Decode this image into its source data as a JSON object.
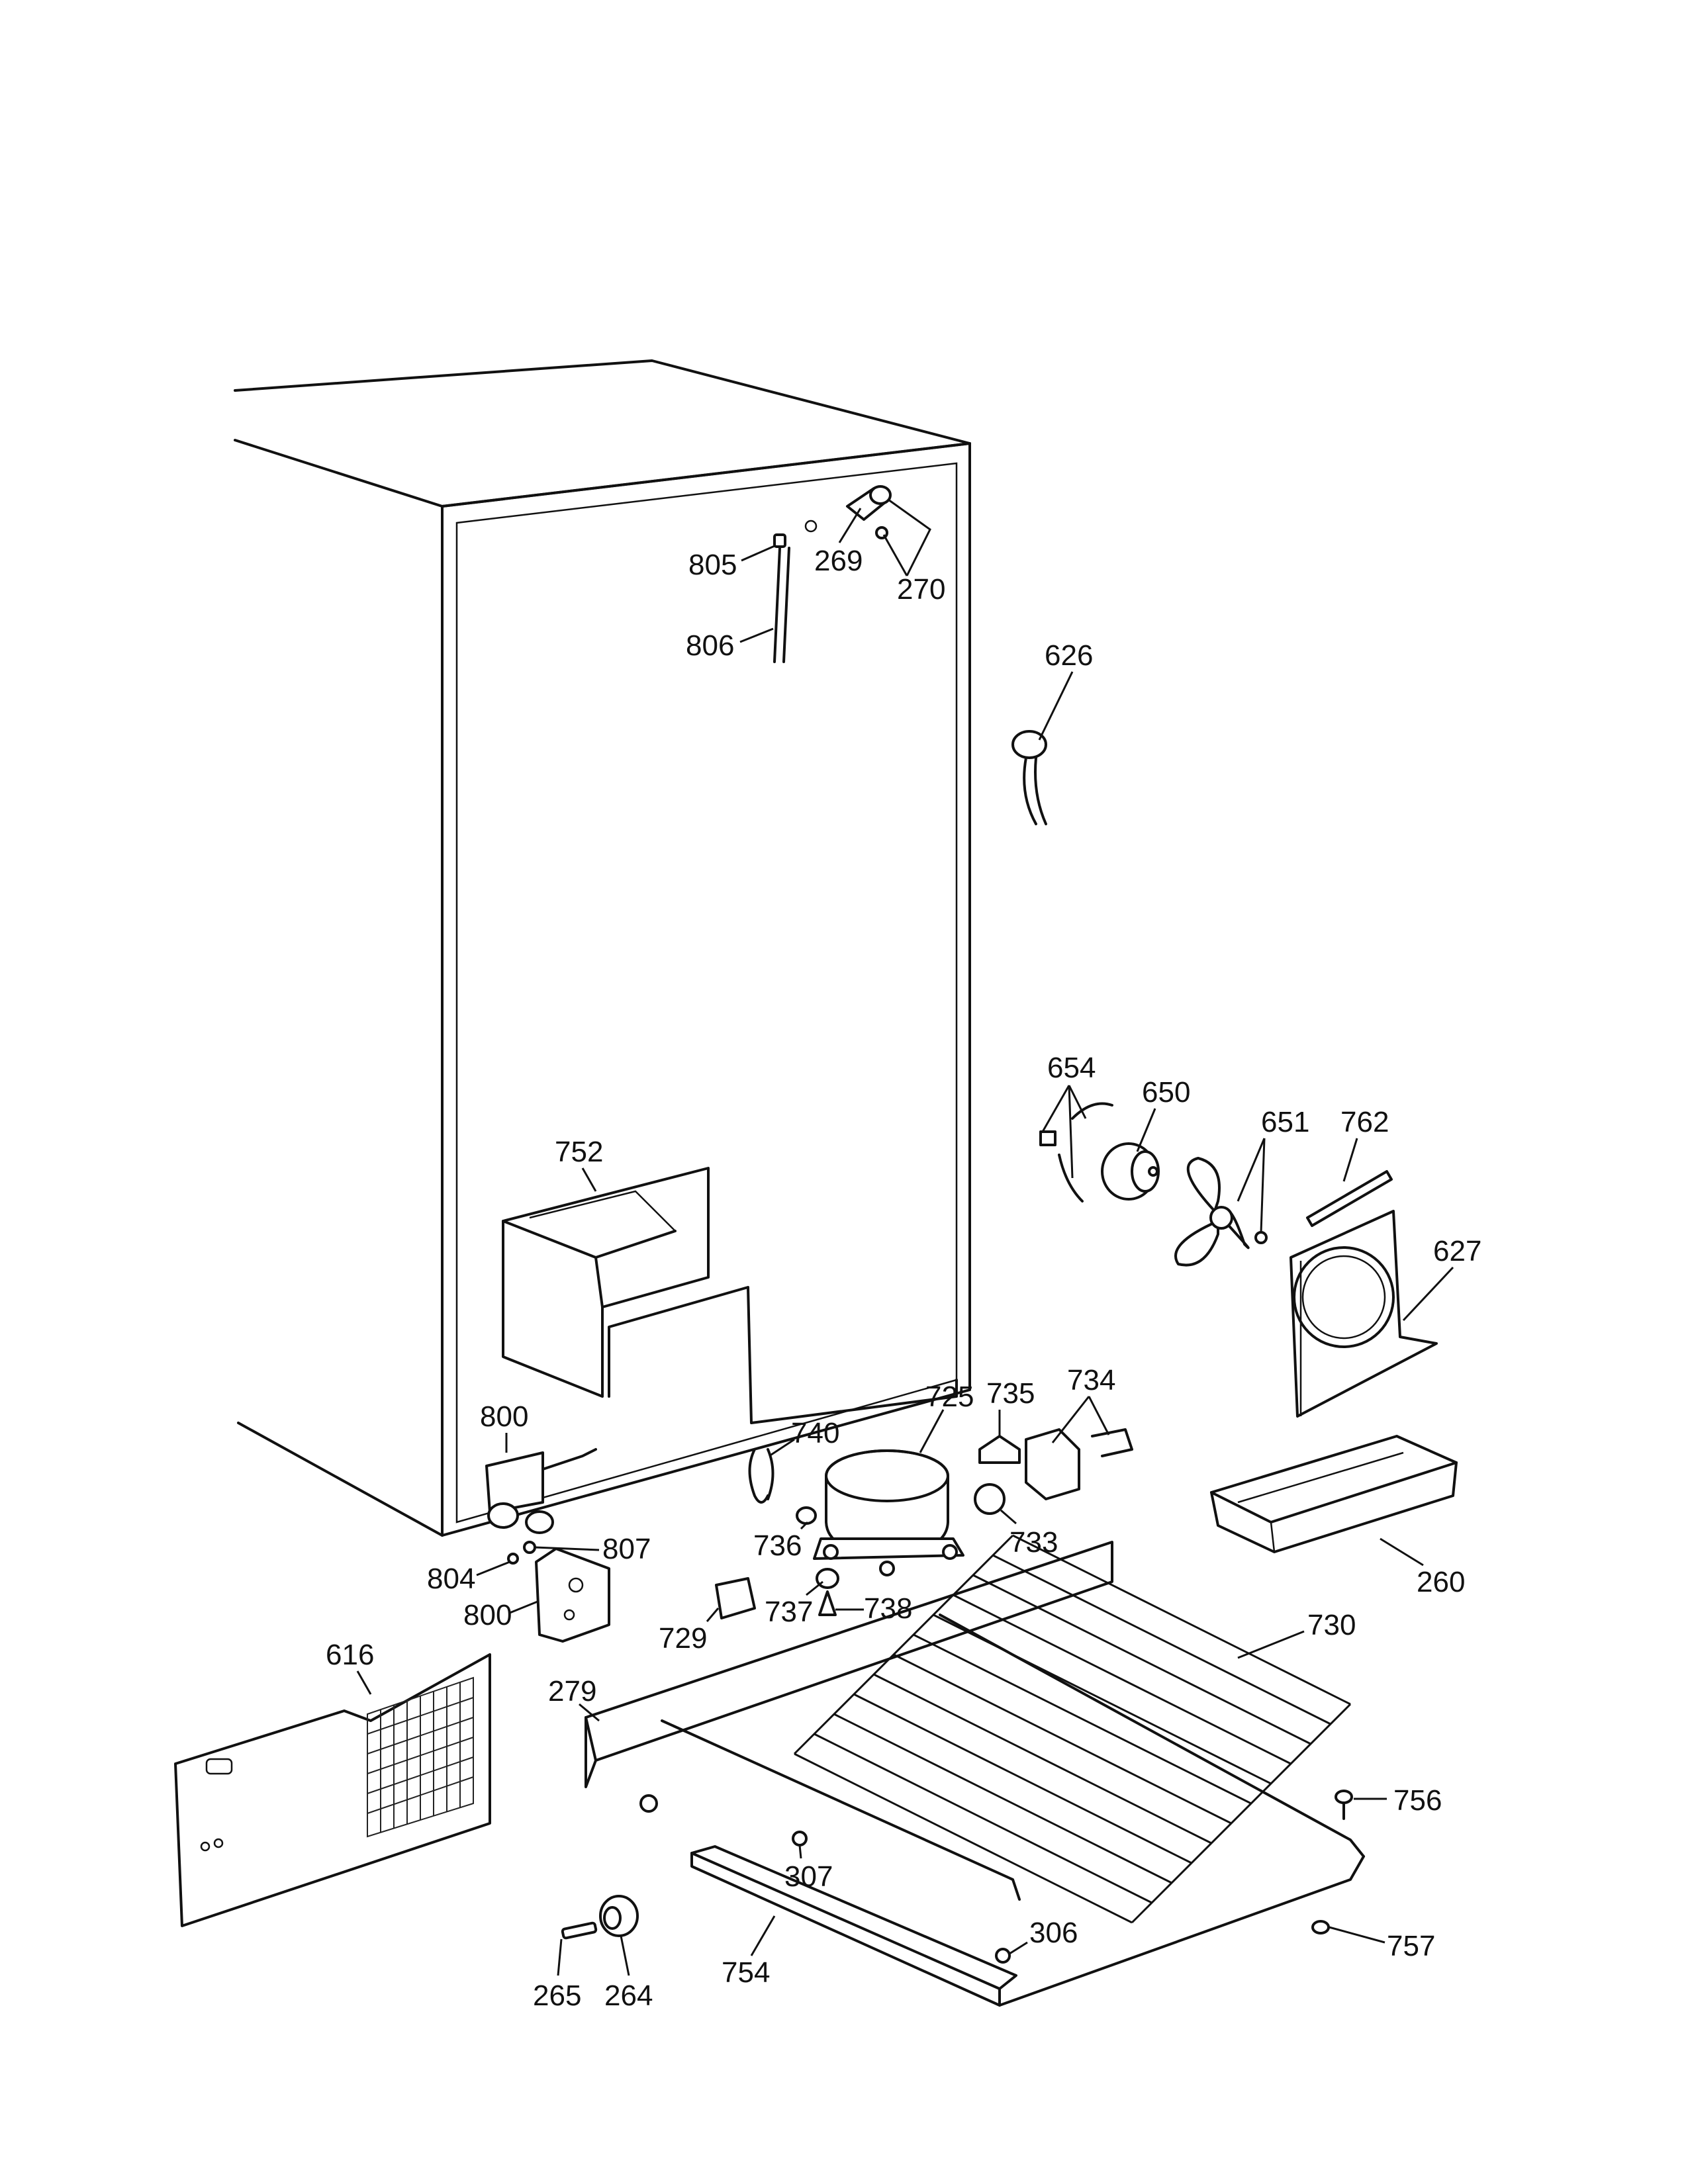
{
  "callouts": {
    "c805": "805",
    "c269": "269",
    "c270": "270",
    "c806": "806",
    "c626": "626",
    "c654": "654",
    "c650": "650",
    "c651": "651",
    "c762": "762",
    "c627": "627",
    "c752": "752",
    "c800a": "800",
    "c740": "740",
    "c725": "725",
    "c735": "735",
    "c734": "734",
    "c807": "807",
    "c736": "736",
    "c733": "733",
    "c804": "804",
    "c800b": "800",
    "c729": "729",
    "c737": "737",
    "c738": "738",
    "c260": "260",
    "c730": "730",
    "c616": "616",
    "c279": "279",
    "c756": "756",
    "c307": "307",
    "c306": "306",
    "c757": "757",
    "c265": "265",
    "c264": "264",
    "c754": "754"
  }
}
